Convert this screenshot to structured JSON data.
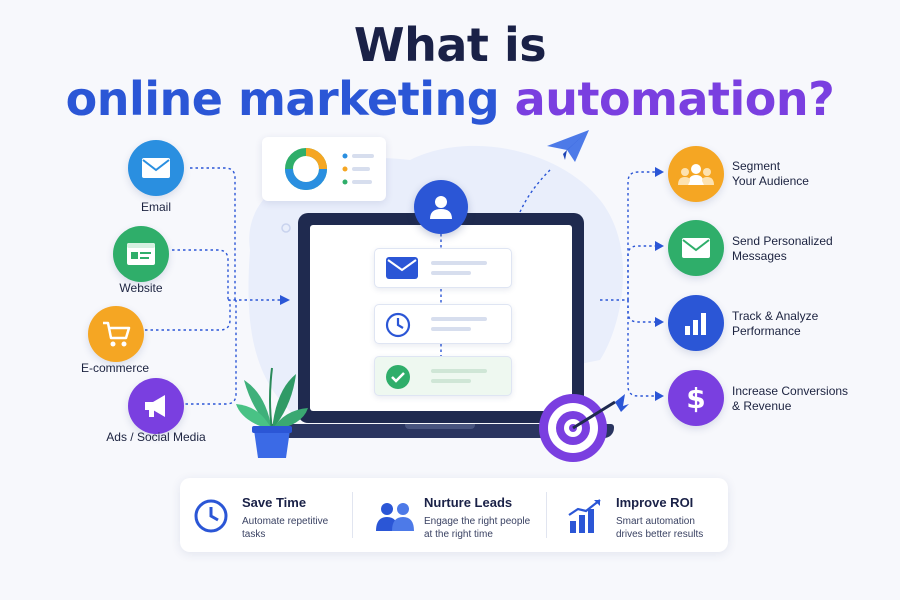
{
  "title": {
    "line1": "What is",
    "line2_part1": "online marketing",
    "line2_part2": "automation?"
  },
  "colors": {
    "navy": "#1a2147",
    "blue": "#2b56d6",
    "purple": "#7a3fe0",
    "green": "#2fae6a",
    "orange": "#f5a623",
    "sky": "#2a8fe0"
  },
  "sources": [
    {
      "label": "Email",
      "icon": "envelope-icon",
      "color": "#2a8fe0"
    },
    {
      "label": "Website",
      "icon": "browser-window-icon",
      "color": "#2fae6a"
    },
    {
      "label": "E-commerce",
      "icon": "shopping-cart-icon",
      "color": "#f5a623"
    },
    {
      "label": "Ads / Social Media",
      "icon": "megaphone-icon",
      "color": "#7a3fe0"
    }
  ],
  "outcomes": [
    {
      "label_line1": "Segment",
      "label_line2": "Your Audience",
      "icon": "people-group-icon",
      "color": "#f5a623"
    },
    {
      "label_line1": "Send Personalized",
      "label_line2": "Messages",
      "icon": "envelope-icon",
      "color": "#2fae6a"
    },
    {
      "label_line1": "Track & Analyze",
      "label_line2": "Performance",
      "icon": "bar-chart-icon",
      "color": "#2b56d6"
    },
    {
      "label_line1": "Increase Conversions",
      "label_line2": "& Revenue",
      "icon": "dollar-icon",
      "color": "#7a3fe0"
    }
  ],
  "workflow_steps": [
    {
      "icon": "envelope-icon"
    },
    {
      "icon": "clock-icon"
    },
    {
      "icon": "checkmark-icon"
    }
  ],
  "benefits": [
    {
      "title": "Save Time",
      "desc_line1": "Automate repetitive",
      "desc_line2": "tasks",
      "icon": "clock-icon"
    },
    {
      "title": "Nurture Leads",
      "desc_line1": "Engage the right people",
      "desc_line2": "at the right time",
      "icon": "people-icon"
    },
    {
      "title": "Improve ROI",
      "desc_line1": "Smart automation",
      "desc_line2": "drives better results",
      "icon": "growth-chart-icon"
    }
  ]
}
